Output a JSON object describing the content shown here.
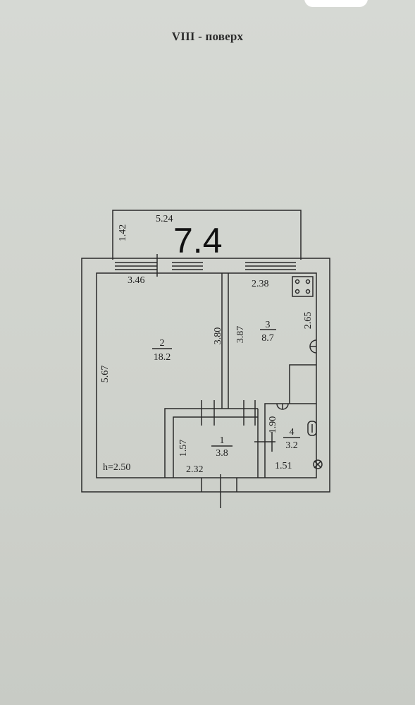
{
  "title": "VIII - поверх",
  "overlay_label": "7.4",
  "ceiling_height": "h=2.50",
  "balcony": {
    "width": "5.24",
    "depth": "1.42"
  },
  "dimensions": {
    "room2_width": "3.46",
    "room2_length": "5.67",
    "wall_room2_right": "3.80",
    "wall_room3_left": "3.87",
    "room3_width": "2.38",
    "room3_length": "2.65",
    "hall_width": "2.32",
    "hall_length": "1.57",
    "bath_length": "1.90",
    "bath_width": "1.51"
  },
  "rooms": [
    {
      "number": "1",
      "area": "3.8"
    },
    {
      "number": "2",
      "area": "18.2"
    },
    {
      "number": "3",
      "area": "8.7"
    },
    {
      "number": "4",
      "area": "3.2"
    }
  ]
}
